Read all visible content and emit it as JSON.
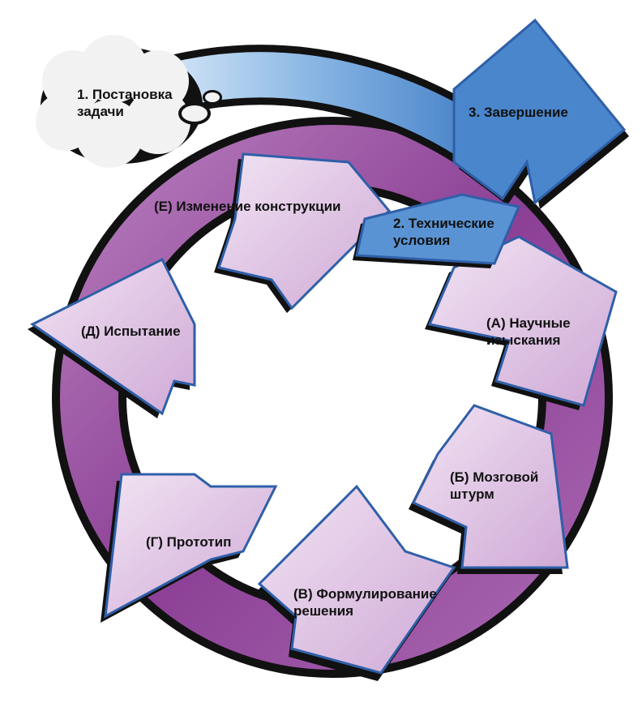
{
  "diagram": {
    "start": {
      "line1": "1. Постановка",
      "line2": "задачи"
    },
    "specs": {
      "line1": "2. Технические",
      "line2": "условия"
    },
    "finish": {
      "label": "3. Завершение"
    },
    "cycle": {
      "research": {
        "line1": "(А) Научные",
        "line2": "изыскания"
      },
      "brainstorm": {
        "line1": "(Б) Мозговой",
        "line2": "штурм"
      },
      "solution": {
        "line1": "(В) Формулирование",
        "line2": "решения"
      },
      "prototype": {
        "label": "(Г) Прототип"
      },
      "testing": {
        "label": "(Д) Испытание"
      },
      "redesign": {
        "label": "(Е) Изменение конструкции"
      }
    }
  },
  "colors": {
    "outline": "#111111",
    "ring_dark": "#8b3f95",
    "ring_light": "#b77dbc",
    "arrowhead_fill": "#e5d1e8",
    "arrowhead_stroke": "#2f5fa8",
    "blue_dark": "#3f7cc5",
    "blue_light": "#cfe3f6",
    "cloud_fill": "#f2f2f2"
  }
}
